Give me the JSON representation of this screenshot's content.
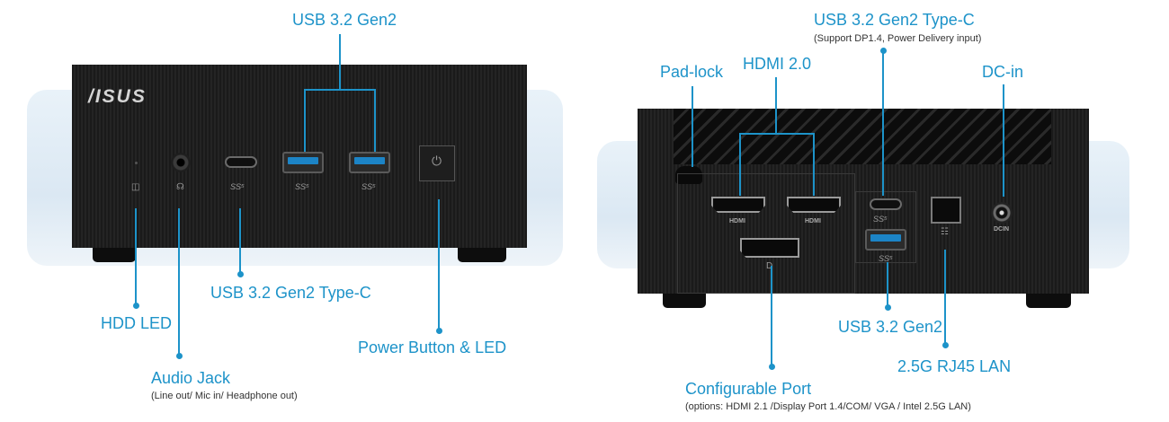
{
  "front": {
    "brand": "/ISUS",
    "usb_mark": "SS⁵",
    "labels": {
      "usb_gen2": "USB 3.2 Gen2",
      "hdd_led": "HDD LED",
      "audio_jack": "Audio Jack",
      "audio_jack_note": "(Line out/ Mic in/ Headphone out)",
      "usb_typec": "USB 3.2 Gen2 Type-C",
      "power": "Power Button & LED"
    }
  },
  "back": {
    "port_text": {
      "hdmi": "HDMI",
      "dcin": "DCIN",
      "usb_mark": "SS⁵"
    },
    "labels": {
      "usb_typec": "USB 3.2 Gen2 Type-C",
      "usb_typec_note": "(Support DP1.4, Power Delivery input)",
      "hdmi": "HDMI 2.0",
      "padlock": "Pad-lock",
      "dcin": "DC-in",
      "usb_gen2": "USB 3.2 Gen2",
      "lan": "2.5G RJ45 LAN",
      "configurable": "Configurable Port",
      "configurable_note": "(options: HDMI 2.1 /Display Port 1.4/COM/ VGA / Intel 2.5G LAN)"
    }
  },
  "colors": {
    "accent": "#1d93c9",
    "device": "#1a1a1a",
    "glow": "#dbe8f3"
  }
}
